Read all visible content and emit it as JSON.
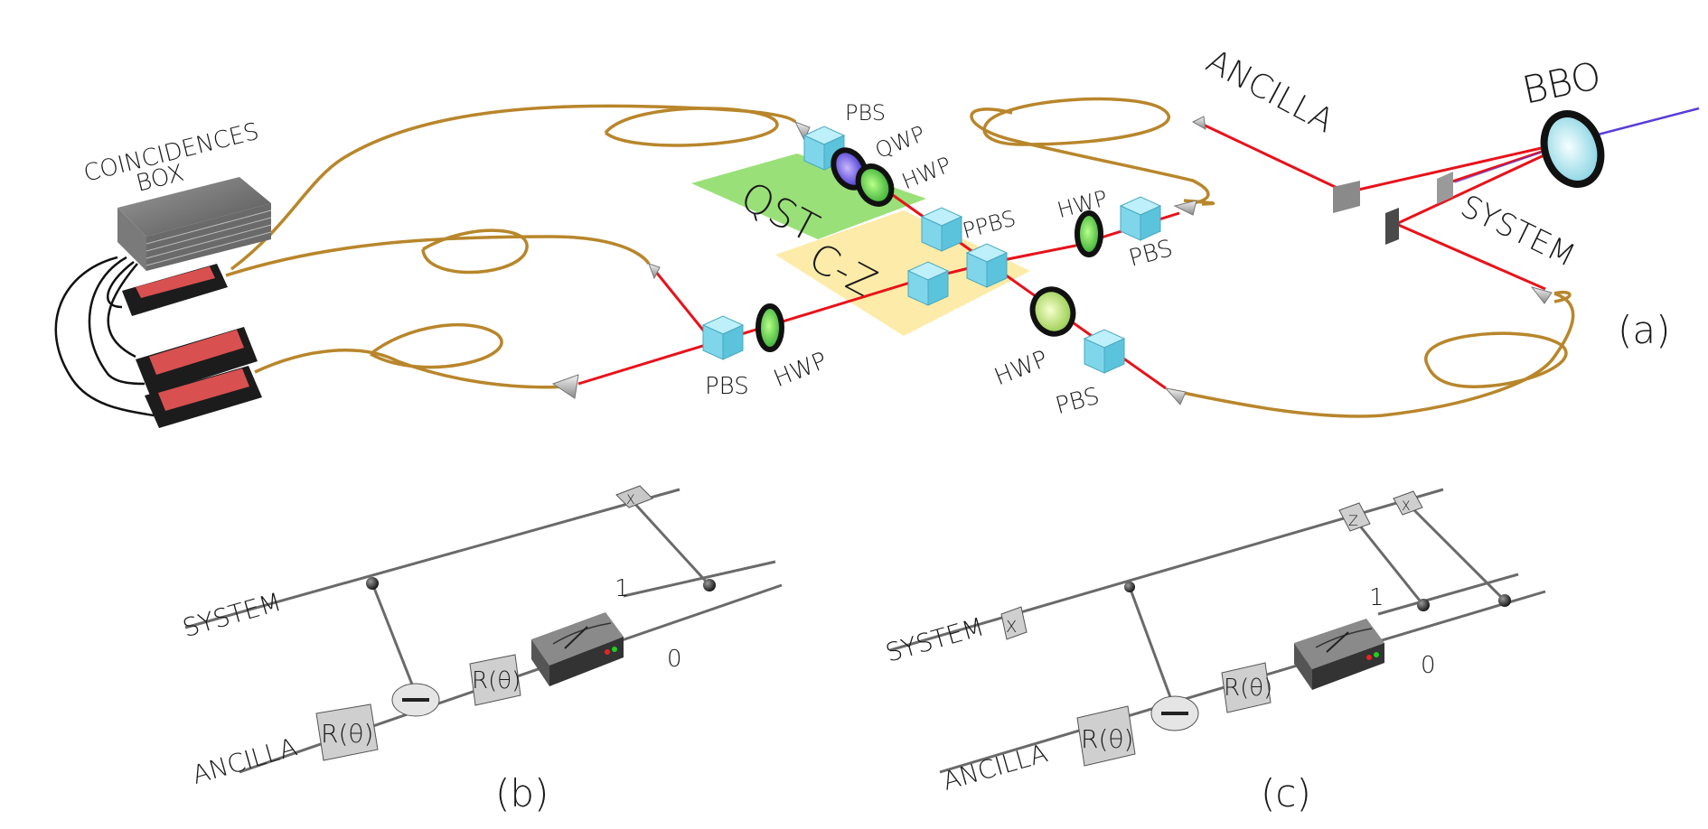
{
  "panel_a": {
    "coincidences": [
      "COINCIDENCES",
      "BOX"
    ],
    "bbo": "BBO",
    "ancilla": "ANCILLA",
    "system": "SYSTEM",
    "qst": "QST",
    "cz": "C-Z",
    "pbs": "PBS",
    "qwp": "QWP",
    "hwp": "HWP",
    "ppbs": "PPBS",
    "panel_label": "(a)"
  },
  "panel_b": {
    "system": "SYSTEM",
    "ancilla": "ANCILLA",
    "rotation": "R(θ)",
    "outcome_one": "1",
    "outcome_zero": "0",
    "x_gate": "X",
    "panel_label": "(b)"
  },
  "panel_c": {
    "system": "SYSTEM",
    "ancilla": "ANCILLA",
    "rotation": "R(θ)",
    "outcome_one": "1",
    "outcome_zero": "0",
    "x_gate": "X",
    "z_gate": "Z",
    "panel_label": "(c)"
  },
  "colors": {
    "laser": "#e8121a",
    "pump": "#5a3cd8",
    "fiber": "#b8862b",
    "qst_plate": "#8fdd6a",
    "cz_plate": "#fde9a0",
    "cube": "#7fd6ea"
  }
}
